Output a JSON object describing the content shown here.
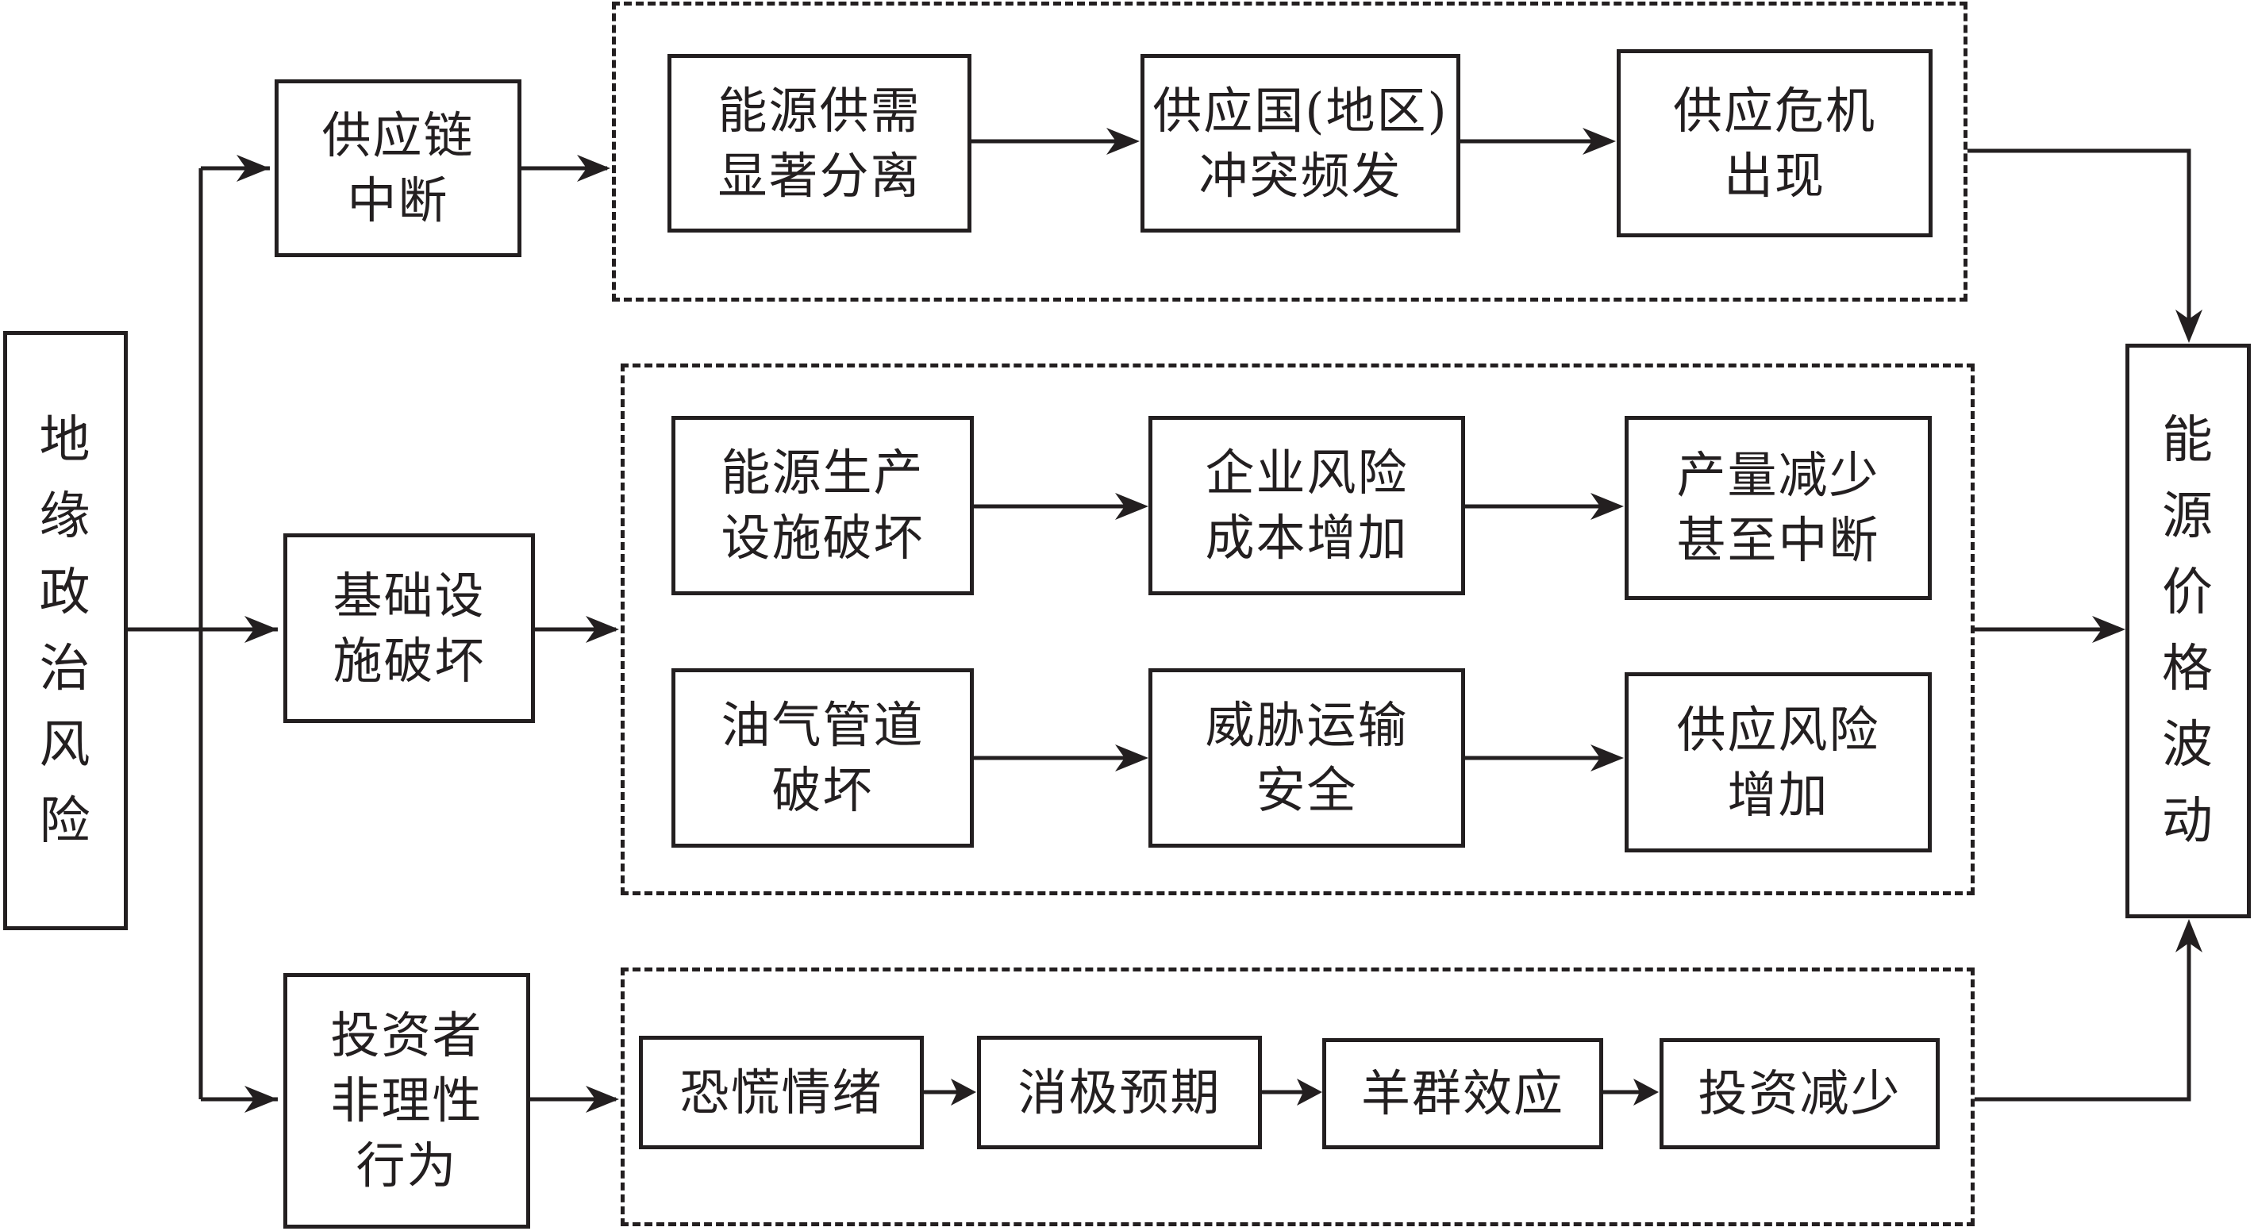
{
  "source": {
    "label": "地缘政治风险"
  },
  "target": {
    "label": "能源价格波动"
  },
  "channels": [
    {
      "label": "供应链\n中断",
      "steps": [
        "能源供需\n显著分离",
        "供应国(地区)\n冲突频发",
        "供应危机\n出现"
      ]
    },
    {
      "label": "基础设\n施破坏",
      "rows": [
        [
          "能源生产\n设施破坏",
          "企业风险\n成本增加",
          "产量减少\n甚至中断"
        ],
        [
          "油气管道\n破坏",
          "威胁运输\n安全",
          "供应风险\n增加"
        ]
      ]
    },
    {
      "label": "投资者\n非理性\n行为",
      "steps": [
        "恐慌情绪",
        "消极预期",
        "羊群效应",
        "投资减少"
      ]
    }
  ],
  "colors": {
    "stroke": "#231f20",
    "background": "#ffffff"
  }
}
